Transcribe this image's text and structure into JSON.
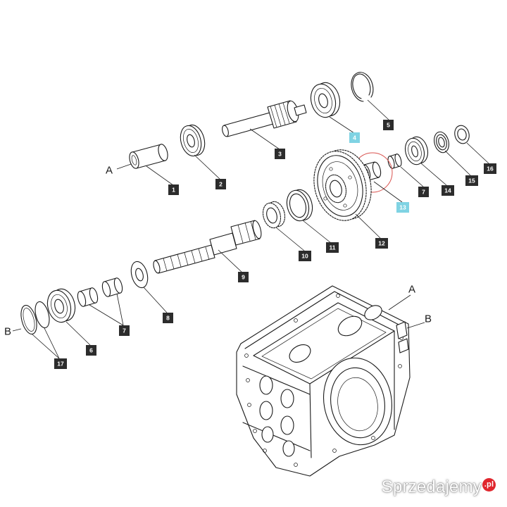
{
  "diagram": {
    "letters": {
      "a_left": "A",
      "b_left": "B",
      "a_right": "A",
      "b_right": "B"
    },
    "callouts": [
      {
        "id": "p1",
        "label": "1",
        "style": "dark"
      },
      {
        "id": "p2",
        "label": "2",
        "style": "dark"
      },
      {
        "id": "p3",
        "label": "3",
        "style": "dark"
      },
      {
        "id": "p4",
        "label": "4",
        "style": "blue"
      },
      {
        "id": "p5",
        "label": "5",
        "style": "dark"
      },
      {
        "id": "p6",
        "label": "6",
        "style": "dark"
      },
      {
        "id": "p7a",
        "label": "7",
        "style": "dark"
      },
      {
        "id": "p7b",
        "label": "7",
        "style": "dark"
      },
      {
        "id": "p8",
        "label": "8",
        "style": "dark"
      },
      {
        "id": "p9",
        "label": "9",
        "style": "dark"
      },
      {
        "id": "p10",
        "label": "10",
        "style": "dark"
      },
      {
        "id": "p11",
        "label": "11",
        "style": "dark"
      },
      {
        "id": "p12",
        "label": "12",
        "style": "dark"
      },
      {
        "id": "p13",
        "label": "13",
        "style": "blue"
      },
      {
        "id": "p14",
        "label": "14",
        "style": "dark"
      },
      {
        "id": "p15",
        "label": "15",
        "style": "dark"
      },
      {
        "id": "p16",
        "label": "16",
        "style": "dark"
      },
      {
        "id": "p17",
        "label": "17",
        "style": "dark"
      }
    ],
    "colors": {
      "tag_dark": "#2c2c2c",
      "tag_blue": "#7fd3e3",
      "highlight": "#d9534f",
      "watermark_badge": "#e0262d"
    }
  },
  "watermark": {
    "text": "Sprzedajemy",
    "badge": ".pl"
  }
}
